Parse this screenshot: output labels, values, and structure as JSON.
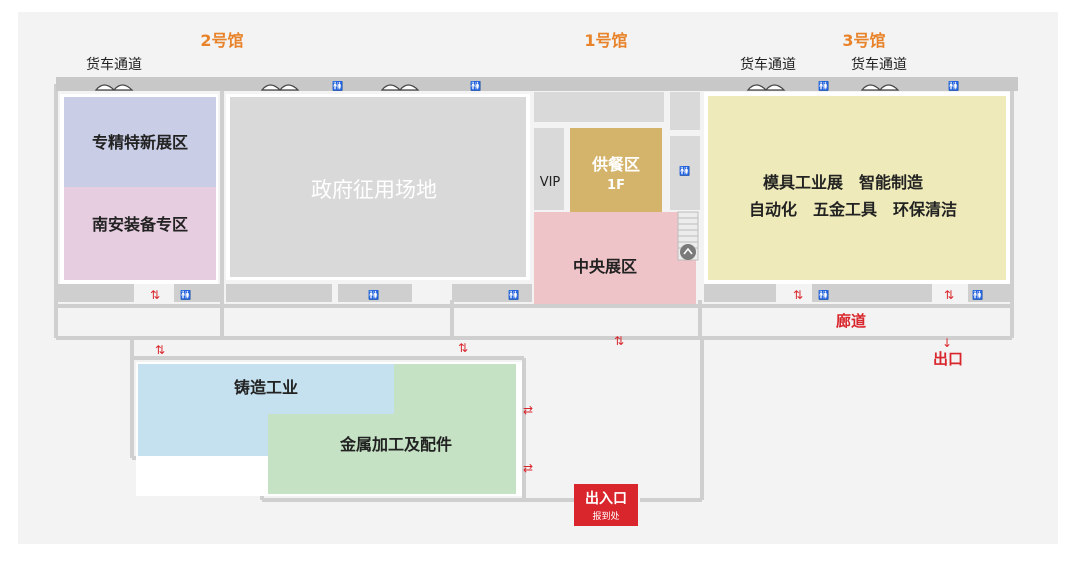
{
  "halls": {
    "hall1": "1号馆",
    "hall2": "2号馆",
    "hall3": "3号馆"
  },
  "truck_lanes": [
    "货车通道",
    "货车通道",
    "货车通道"
  ],
  "zones": {
    "specialized": "专精特新展区",
    "nanan": "南安装备专区",
    "government": "政府征用场地",
    "vip": "VIP",
    "catering": "供餐区",
    "catering_floor": "1F",
    "central": "中央展区",
    "hall3_line1": "模具工业展　智能制造",
    "hall3_line2": "自动化　五金工具　环保清洁",
    "foundry": "铸造工业",
    "metal": "金属加工及配件"
  },
  "corridor": "廊道",
  "exit": "出口",
  "entrance": "出入口",
  "checkin": "报到处",
  "colors": {
    "accent_orange": "#e8832a",
    "exit_red": "#d9262c",
    "specialized": "#c9cde6",
    "nanan": "#e6cde0",
    "government": "#d9d9d9",
    "catering": "#d4b36a",
    "central": "#efc4c8",
    "hall3": "#eeeab9",
    "foundry": "#c5e0ee",
    "metal": "#c5e2c4"
  },
  "icons": [
    "door-icon",
    "restroom-icon",
    "elevator-icon",
    "arrow-icon"
  ]
}
